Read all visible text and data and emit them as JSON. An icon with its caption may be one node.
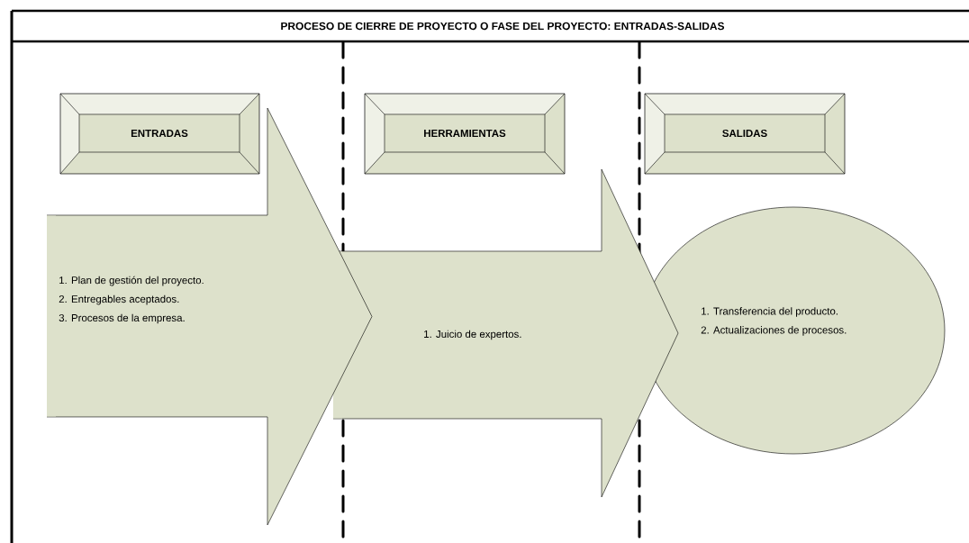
{
  "diagram": {
    "title": "PROCESO DE CIERRE DE PROYECTO O FASE DEL PROYECTO: ENTRADAS-SALIDAS",
    "nodes": [
      {
        "text": [
          "ENTRADAS"
        ]
      },
      {
        "text": [
          "HERRAMIENTAS"
        ]
      },
      {
        "text": [
          "SALIDAS"
        ]
      },
      {
        "text": [
          "1. Plan de gestión del proyecto.",
          "2. Entregables aceptados.",
          "3. Procesos de la empresa."
        ]
      },
      {
        "text": [
          "1. Juicio de expertos."
        ]
      },
      {
        "text": [
          "1. Transferencia del producto.",
          "2. Actualizaciones de procesos."
        ]
      }
    ]
  }
}
